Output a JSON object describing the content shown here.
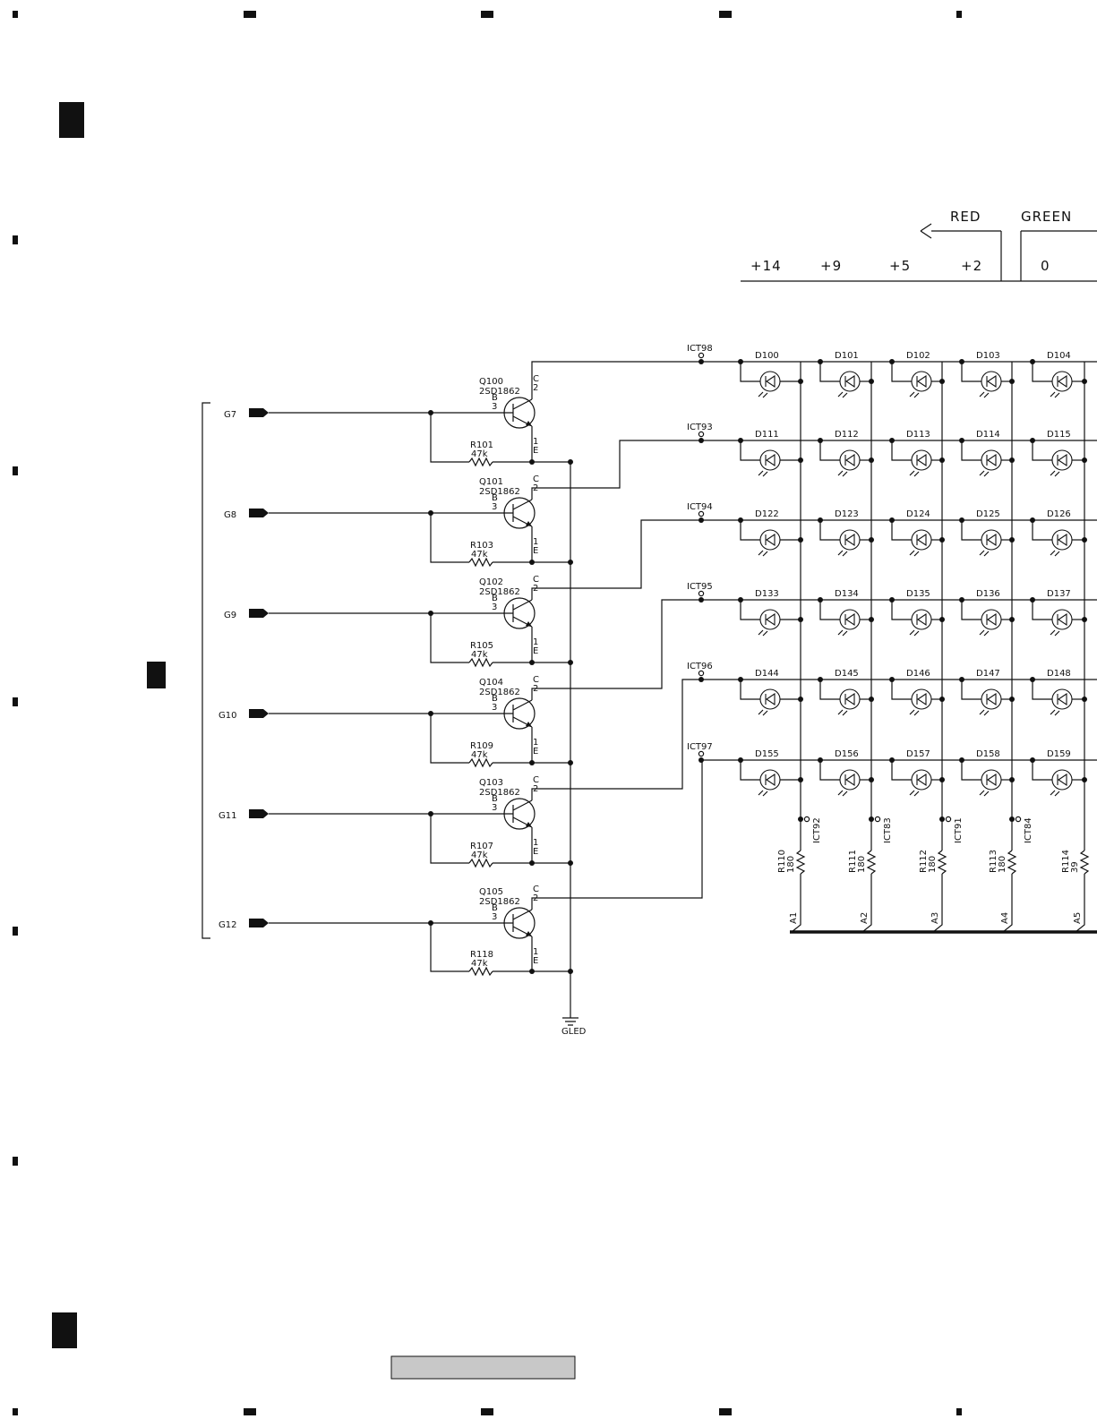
{
  "legend": {
    "red_label": "RED",
    "green_label": "GREEN",
    "red_values": [
      "+14",
      "+9",
      "+5",
      "+2"
    ],
    "green_values": [
      "0"
    ]
  },
  "inputs": [
    "G7",
    "G8",
    "G9",
    "G10",
    "G11",
    "G12"
  ],
  "transistors": [
    {
      "ref": "Q100",
      "part": "2SD1862",
      "res": "R101",
      "res_val": "47k"
    },
    {
      "ref": "Q101",
      "part": "2SD1862",
      "res": "R103",
      "res_val": "47k"
    },
    {
      "ref": "Q102",
      "part": "2SD1862",
      "res": "R105",
      "res_val": "47k"
    },
    {
      "ref": "Q104",
      "part": "2SD1862",
      "res": "R109",
      "res_val": "47k"
    },
    {
      "ref": "Q103",
      "part": "2SD1862",
      "res": "R107",
      "res_val": "47k"
    },
    {
      "ref": "Q105",
      "part": "2SD1862",
      "res": "R118",
      "res_val": "47k"
    }
  ],
  "pin_labels": {
    "base": "B",
    "base_num": "3",
    "collector": "C",
    "collector_num": "2",
    "emitter": "E",
    "emitter_num": "1"
  },
  "row_testpoints": [
    "ICT98",
    "ICT93",
    "ICT94",
    "ICT95",
    "ICT96",
    "ICT97"
  ],
  "led_rows": [
    [
      "D100",
      "D101",
      "D102",
      "D103",
      "D104"
    ],
    [
      "D111",
      "D112",
      "D113",
      "D114",
      "D115"
    ],
    [
      "D122",
      "D123",
      "D124",
      "D125",
      "D126"
    ],
    [
      "D133",
      "D134",
      "D135",
      "D136",
      "D137"
    ],
    [
      "D144",
      "D145",
      "D146",
      "D147",
      "D148"
    ],
    [
      "D155",
      "D156",
      "D157",
      "D158",
      "D159"
    ]
  ],
  "col_testpoints": [
    "ICT92",
    "ICT83",
    "ICT91",
    "ICT84"
  ],
  "col_resistors": [
    {
      "ref": "R110",
      "val": "180"
    },
    {
      "ref": "R111",
      "val": "180"
    },
    {
      "ref": "R112",
      "val": "180"
    },
    {
      "ref": "R113",
      "val": "180"
    },
    {
      "ref": "R114",
      "val": "39"
    }
  ],
  "anodes": [
    "A1",
    "A2",
    "A3",
    "A4",
    "A5"
  ],
  "ground_label": "GLED"
}
